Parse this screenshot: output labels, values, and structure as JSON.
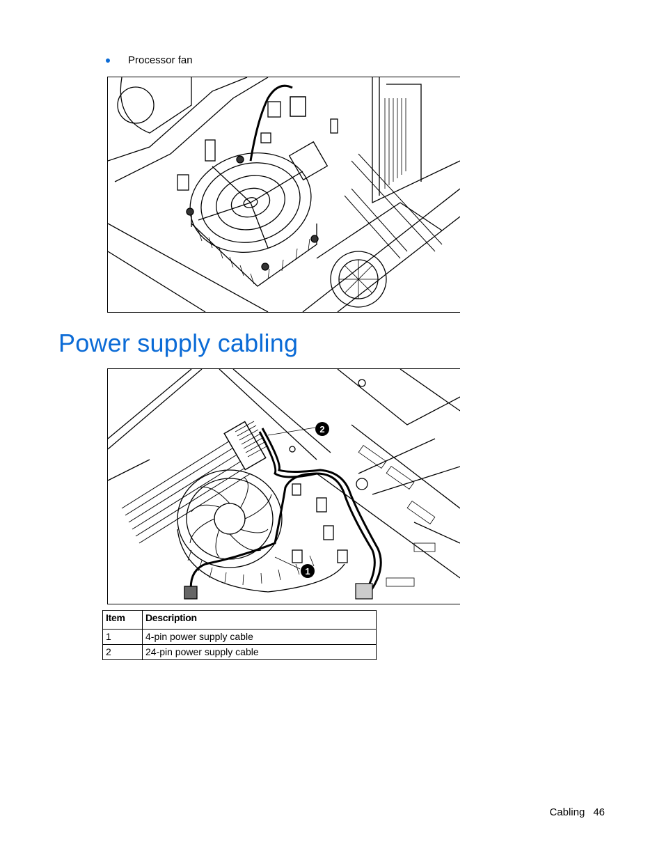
{
  "bullet": {
    "text": "Processor fan"
  },
  "section": {
    "title": "Power supply cabling"
  },
  "figure2": {
    "callouts": [
      "2",
      "1"
    ]
  },
  "table": {
    "headers": [
      "Item",
      "Description"
    ],
    "rows": [
      {
        "item": "1",
        "description": "4-pin power supply cable"
      },
      {
        "item": "2",
        "description": "24-pin power supply cable"
      }
    ]
  },
  "footer": {
    "section": "Cabling",
    "page": "46"
  },
  "colors": {
    "heading": "#0b6bd6",
    "bullet": "#0b6bd6"
  }
}
